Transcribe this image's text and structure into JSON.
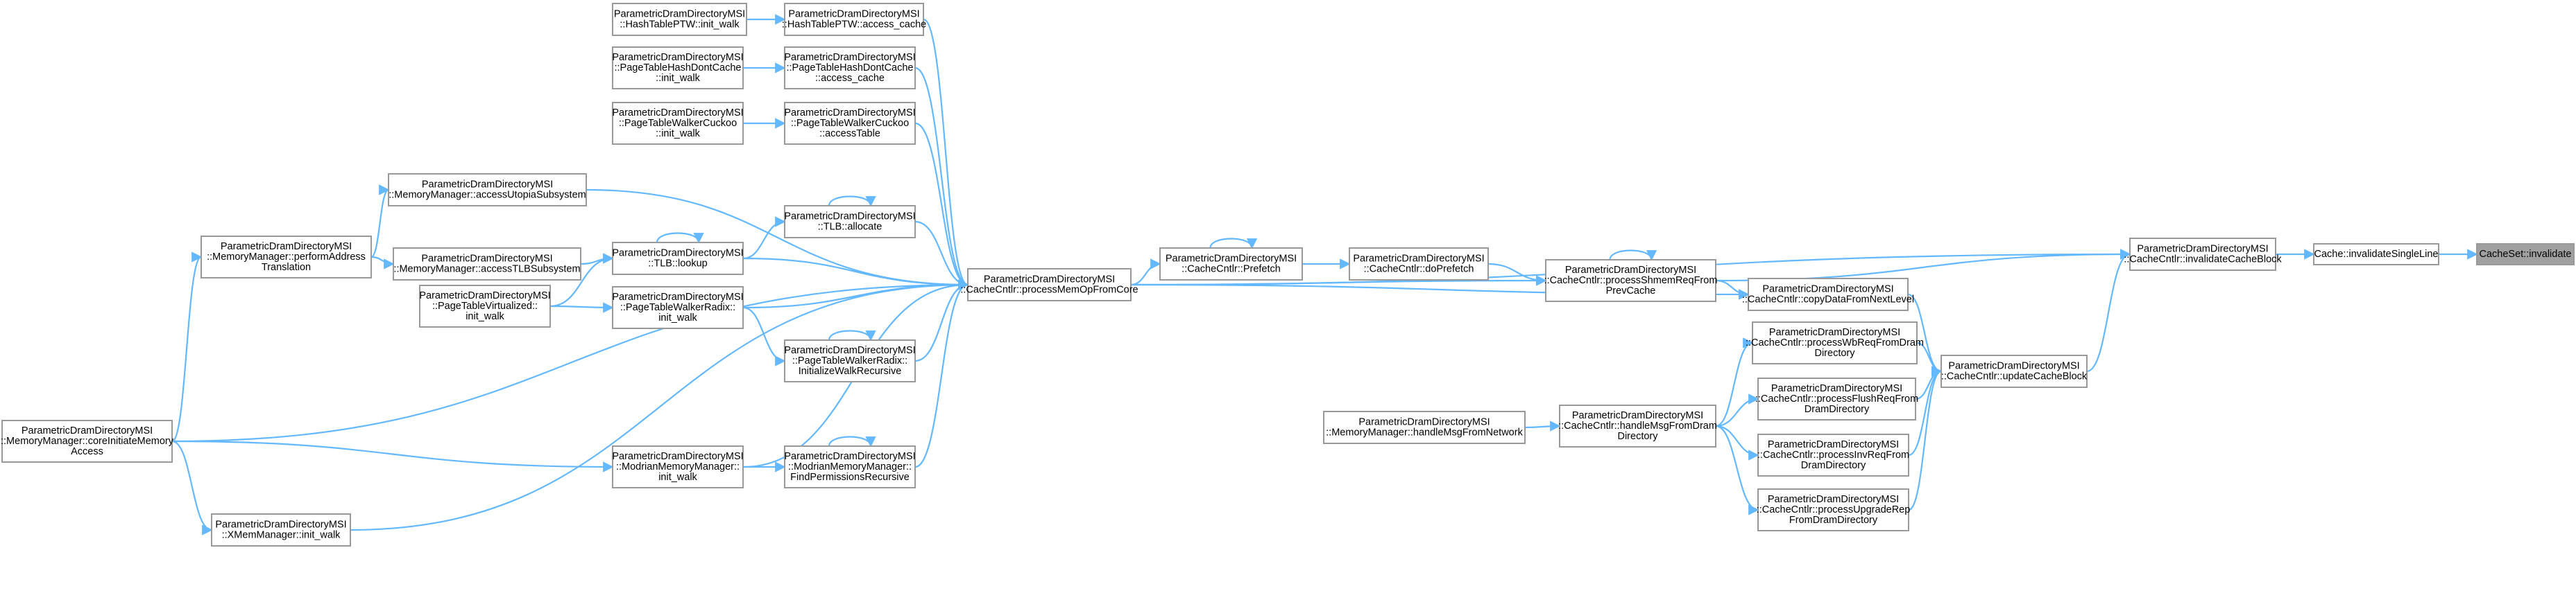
{
  "nodes": [
    {
      "id": "cacheset_invalidate",
      "lines": [
        "CacheSet::invalidate"
      ],
      "root": true
    },
    {
      "id": "cache_invalidatesingleline",
      "lines": [
        "Cache::invalidateSingleLine"
      ]
    },
    {
      "id": "cc_invalidatecacheblock",
      "lines": [
        "ParametricDramDirectoryMSI",
        "::CacheCntlr::invalidateCacheBlock"
      ]
    },
    {
      "id": "cc_updatecacheblock",
      "lines": [
        "ParametricDramDirectoryMSI",
        "::CacheCntlr::updateCacheBlock"
      ]
    },
    {
      "id": "cc_copydatafromnextlevel",
      "lines": [
        "ParametricDramDirectoryMSI",
        "::CacheCntlr::copyDataFromNextLevel"
      ]
    },
    {
      "id": "cc_processshmemreqfromprevcache",
      "lines": [
        "ParametricDramDirectoryMSI",
        "::CacheCntlr::processShmemReqFrom",
        "PrevCache"
      ]
    },
    {
      "id": "cc_doprefetch",
      "lines": [
        "ParametricDramDirectoryMSI",
        "::CacheCntlr::doPrefetch"
      ]
    },
    {
      "id": "cc_prefetch",
      "lines": [
        "ParametricDramDirectoryMSI",
        "::CacheCntlr::Prefetch"
      ]
    },
    {
      "id": "cc_processmemopfromcore",
      "lines": [
        "ParametricDramDirectoryMSI",
        "::CacheCntlr::processMemOpFromCore"
      ]
    },
    {
      "id": "cc_processwbreqfromdramdirectory",
      "lines": [
        "ParametricDramDirectoryMSI",
        "::CacheCntlr::processWbReqFromDram",
        "Directory"
      ]
    },
    {
      "id": "cc_processflushreqfromdramdirectory",
      "lines": [
        "ParametricDramDirectoryMSI",
        "::CacheCntlr::processFlushReqFrom",
        "DramDirectory"
      ]
    },
    {
      "id": "cc_processinvreqfromdramdirectory",
      "lines": [
        "ParametricDramDirectoryMSI",
        "::CacheCntlr::processInvReqFrom",
        "DramDirectory"
      ]
    },
    {
      "id": "cc_processupgraderepfromdramdirectory",
      "lines": [
        "ParametricDramDirectoryMSI",
        "::CacheCntlr::processUpgradeRep",
        "FromDramDirectory"
      ]
    },
    {
      "id": "cc_handlemsgfromdramdirectory",
      "lines": [
        "ParametricDramDirectoryMSI",
        "::CacheCntlr::handleMsgFromDram",
        "Directory"
      ]
    },
    {
      "id": "mm_handlemsgfromnetwork",
      "lines": [
        "ParametricDramDirectoryMSI",
        "::MemoryManager::handleMsgFromNetwork"
      ]
    },
    {
      "id": "htptw_accesscache",
      "lines": [
        "ParametricDramDirectoryMSI",
        "::HashTablePTW::access_cache"
      ]
    },
    {
      "id": "htptw_initwalk",
      "lines": [
        "ParametricDramDirectoryMSI",
        "::HashTablePTW::init_walk"
      ]
    },
    {
      "id": "pthdc_accesscache",
      "lines": [
        "ParametricDramDirectoryMSI",
        "::PageTableHashDontCache",
        "::access_cache"
      ]
    },
    {
      "id": "pthdc_initwalk",
      "lines": [
        "ParametricDramDirectoryMSI",
        "::PageTableHashDontCache",
        "::init_walk"
      ]
    },
    {
      "id": "ptwc_accesstable",
      "lines": [
        "ParametricDramDirectoryMSI",
        "::PageTableWalkerCuckoo",
        "::accessTable"
      ]
    },
    {
      "id": "ptwc_initwalk",
      "lines": [
        "ParametricDramDirectoryMSI",
        "::PageTableWalkerCuckoo",
        "::init_walk"
      ]
    },
    {
      "id": "tlb_allocate",
      "lines": [
        "ParametricDramDirectoryMSI",
        "::TLB::allocate"
      ]
    },
    {
      "id": "tlb_lookup",
      "lines": [
        "ParametricDramDirectoryMSI",
        "::TLB::lookup"
      ]
    },
    {
      "id": "ptwr_initwalk",
      "lines": [
        "ParametricDramDirectoryMSI",
        "::PageTableWalkerRadix::",
        "init_walk"
      ]
    },
    {
      "id": "ptwr_initializewalkrecursive",
      "lines": [
        "ParametricDramDirectoryMSI",
        "::PageTableWalkerRadix::",
        "InitializeWalkRecursive"
      ]
    },
    {
      "id": "modrian_initwalk",
      "lines": [
        "ParametricDramDirectoryMSI",
        "::ModrianMemoryManager::",
        "init_walk"
      ]
    },
    {
      "id": "modrian_findpermissionsrecursive",
      "lines": [
        "ParametricDramDirectoryMSI",
        "::ModrianMemoryManager::",
        "FindPermissionsRecursive"
      ]
    },
    {
      "id": "mm_accessutopiasubsystem",
      "lines": [
        "ParametricDramDirectoryMSI",
        "::MemoryManager::accessUtopiaSubsystem"
      ]
    },
    {
      "id": "mm_accesstlbsubsystem",
      "lines": [
        "ParametricDramDirectoryMSI",
        "::MemoryManager::accessTLBSubsystem"
      ]
    },
    {
      "id": "ptv_initwalk",
      "lines": [
        "ParametricDramDirectoryMSI",
        "::PageTableVirtualized::",
        "init_walk"
      ]
    },
    {
      "id": "mm_performaddresstranslation",
      "lines": [
        "ParametricDramDirectoryMSI",
        "::MemoryManager::performAddress",
        "Translation"
      ]
    },
    {
      "id": "mm_coreinitiatememoryaccess",
      "lines": [
        "ParametricDramDirectoryMSI",
        "::MemoryManager::coreInitiateMemory",
        "Access"
      ]
    },
    {
      "id": "xmem_initwalk",
      "lines": [
        "ParametricDramDirectoryMSI",
        "::XMemManager::init_walk"
      ]
    }
  ],
  "edges": [
    {
      "from": "cache_invalidatesingleline",
      "to": "cacheset_invalidate"
    },
    {
      "from": "cc_invalidatecacheblock",
      "to": "cache_invalidatesingleline"
    },
    {
      "from": "cc_processmemopfromcore",
      "to": "cc_invalidatecacheblock"
    },
    {
      "from": "cc_processshmemreqfromprevcache",
      "to": "cc_invalidatecacheblock"
    },
    {
      "from": "cc_updatecacheblock",
      "to": "cc_invalidatecacheblock"
    },
    {
      "from": "cc_processmemopfromcore",
      "to": "cc_copydatafromnextlevel"
    },
    {
      "from": "cc_processshmemreqfromprevcache",
      "to": "cc_copydatafromnextlevel"
    },
    {
      "from": "cc_copydatafromnextlevel",
      "to": "cc_updatecacheblock"
    },
    {
      "from": "cc_processwbreqfromdramdirectory",
      "to": "cc_updatecacheblock"
    },
    {
      "from": "cc_processflushreqfromdramdirectory",
      "to": "cc_updatecacheblock"
    },
    {
      "from": "cc_processinvreqfromdramdirectory",
      "to": "cc_updatecacheblock"
    },
    {
      "from": "cc_processupgraderepfromdramdirectory",
      "to": "cc_updatecacheblock"
    },
    {
      "from": "cc_handlemsgfromdramdirectory",
      "to": "cc_processwbreqfromdramdirectory"
    },
    {
      "from": "cc_handlemsgfromdramdirectory",
      "to": "cc_processflushreqfromdramdirectory"
    },
    {
      "from": "cc_handlemsgfromdramdirectory",
      "to": "cc_processinvreqfromdramdirectory"
    },
    {
      "from": "cc_handlemsgfromdramdirectory",
      "to": "cc_processupgraderepfromdramdirectory"
    },
    {
      "from": "mm_handlemsgfromnetwork",
      "to": "cc_handlemsgfromdramdirectory"
    },
    {
      "from": "cc_processshmemreqfromprevcache",
      "to": "cc_processshmemreqfromprevcache",
      "self": true
    },
    {
      "from": "cc_doprefetch",
      "to": "cc_processshmemreqfromprevcache"
    },
    {
      "from": "cc_processmemopfromcore",
      "to": "cc_processshmemreqfromprevcache"
    },
    {
      "from": "cc_prefetch",
      "to": "cc_doprefetch"
    },
    {
      "from": "cc_prefetch",
      "to": "cc_prefetch",
      "self": true
    },
    {
      "from": "cc_processmemopfromcore",
      "to": "cc_prefetch"
    },
    {
      "from": "htptw_accesscache",
      "to": "cc_processmemopfromcore"
    },
    {
      "from": "pthdc_accesscache",
      "to": "cc_processmemopfromcore"
    },
    {
      "from": "ptwc_accesstable",
      "to": "cc_processmemopfromcore"
    },
    {
      "from": "mm_accessutopiasubsystem",
      "to": "cc_processmemopfromcore"
    },
    {
      "from": "tlb_allocate",
      "to": "cc_processmemopfromcore"
    },
    {
      "from": "tlb_lookup",
      "to": "cc_processmemopfromcore"
    },
    {
      "from": "ptwr_initwalk",
      "to": "cc_processmemopfromcore"
    },
    {
      "from": "ptwr_initializewalkrecursive",
      "to": "cc_processmemopfromcore"
    },
    {
      "from": "mm_coreinitiatememoryaccess",
      "to": "cc_processmemopfromcore"
    },
    {
      "from": "modrian_findpermissionsrecursive",
      "to": "cc_processmemopfromcore"
    },
    {
      "from": "modrian_initwalk",
      "to": "cc_processmemopfromcore"
    },
    {
      "from": "xmem_initwalk",
      "to": "cc_processmemopfromcore"
    },
    {
      "from": "htptw_initwalk",
      "to": "htptw_accesscache"
    },
    {
      "from": "pthdc_initwalk",
      "to": "pthdc_accesscache"
    },
    {
      "from": "ptwc_initwalk",
      "to": "ptwc_accesstable"
    },
    {
      "from": "tlb_allocate",
      "to": "tlb_allocate",
      "self": true
    },
    {
      "from": "tlb_lookup",
      "to": "tlb_allocate"
    },
    {
      "from": "tlb_lookup",
      "to": "tlb_lookup",
      "self": true
    },
    {
      "from": "mm_accesstlbsubsystem",
      "to": "tlb_lookup"
    },
    {
      "from": "ptv_initwalk",
      "to": "tlb_lookup"
    },
    {
      "from": "ptv_initwalk",
      "to": "ptwr_initwalk"
    },
    {
      "from": "ptwr_initwalk",
      "to": "ptwr_initializewalkrecursive"
    },
    {
      "from": "ptwr_initializewalkrecursive",
      "to": "ptwr_initializewalkrecursive",
      "self": true
    },
    {
      "from": "modrian_initwalk",
      "to": "modrian_findpermissionsrecursive"
    },
    {
      "from": "modrian_findpermissionsrecursive",
      "to": "modrian_findpermissionsrecursive",
      "self": true
    },
    {
      "from": "mm_coreinitiatememoryaccess",
      "to": "modrian_initwalk"
    },
    {
      "from": "mm_performaddresstranslation",
      "to": "mm_accessutopiasubsystem"
    },
    {
      "from": "mm_performaddresstranslation",
      "to": "mm_accesstlbsubsystem"
    },
    {
      "from": "mm_coreinitiatememoryaccess",
      "to": "mm_performaddresstranslation"
    },
    {
      "from": "mm_coreinitiatememoryaccess",
      "to": "xmem_initwalk"
    }
  ]
}
